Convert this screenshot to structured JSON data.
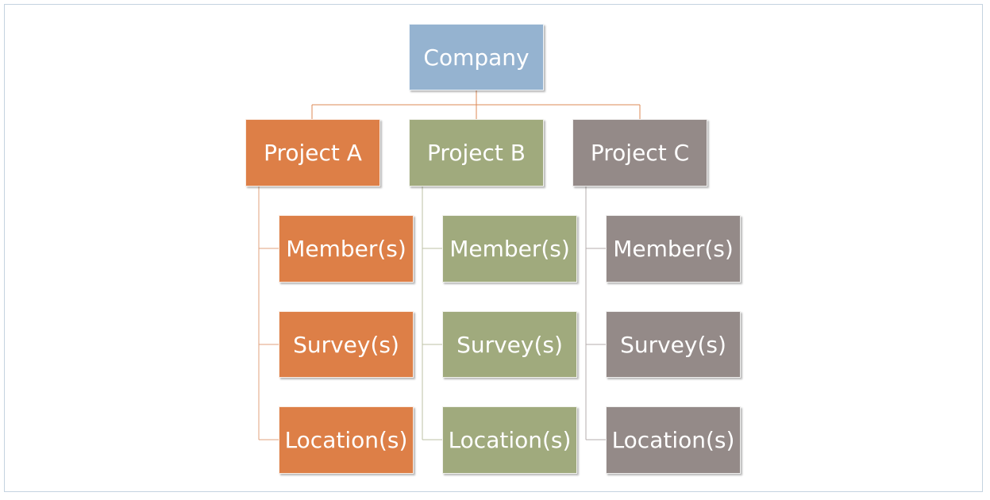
{
  "diagram": {
    "root": {
      "label": "Company",
      "color": "#95b3d0"
    },
    "projects": [
      {
        "label": "Project A",
        "color": "#dd7f47",
        "children": [
          "Member(s)",
          "Survey(s)",
          "Location(s)"
        ]
      },
      {
        "label": "Project B",
        "color": "#a0aa7d",
        "children": [
          "Member(s)",
          "Survey(s)",
          "Location(s)"
        ]
      },
      {
        "label": "Project C",
        "color": "#948a88",
        "children": [
          "Member(s)",
          "Survey(s)",
          "Location(s)"
        ]
      }
    ],
    "connector_colors": {
      "root": "#dd8855",
      "project_a": "#e2a27c",
      "project_b": "#bcc2a4",
      "project_c": "#b5aeac"
    }
  }
}
